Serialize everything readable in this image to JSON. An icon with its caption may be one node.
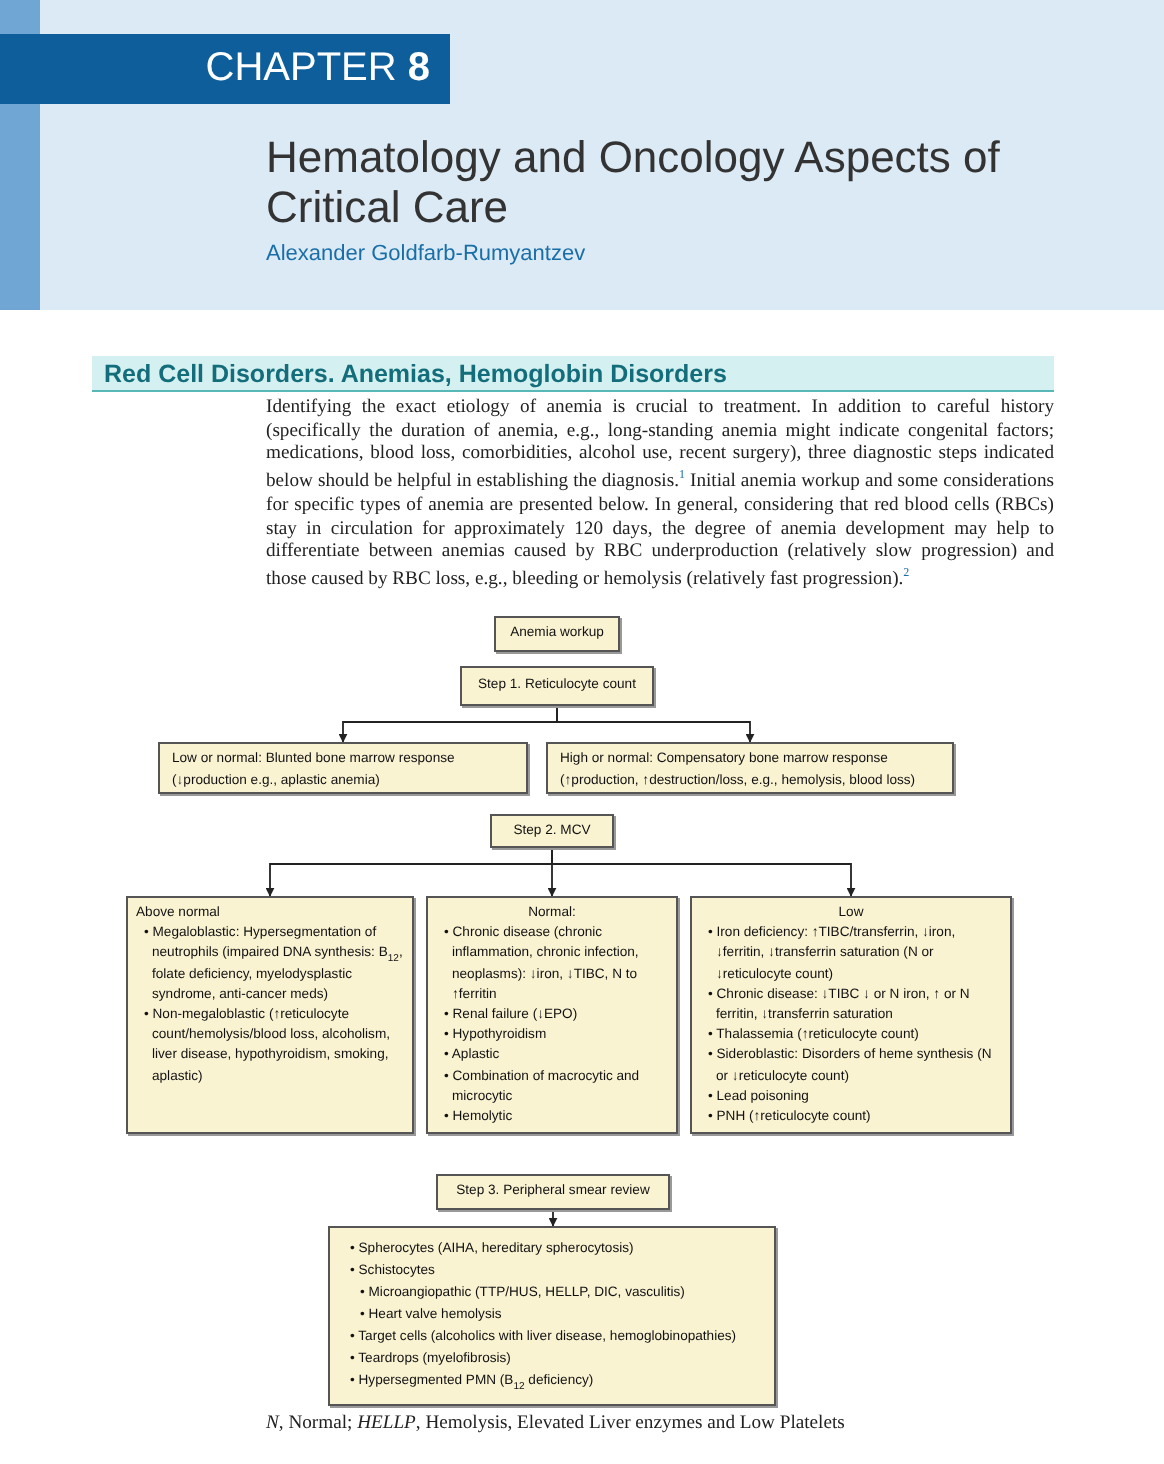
{
  "diagram": {
    "title": "Hematology and Oncology Aspects of Critical Care",
    "caption": "*N*, Normal; *HELLP*, Hemolysis, Elevated Liver enzymes and Low Platelets",
    "nodes": [
      {
        "text": [
          "Anemia workup"
        ]
      },
      {
        "text": [
          "Step 1. Reticulocyte count"
        ]
      },
      {
        "text": [
          "Low or normal: Blunted bone marrow response (↓production e.g., aplastic anemia)"
        ]
      },
      {
        "text": [
          "High or normal: Compensatory bone marrow response (↑production, ↑destruction/loss, e.g., hemolysis, blood loss)"
        ]
      },
      {
        "text": [
          "Step 2. MCV"
        ]
      },
      {
        "text": [
          "Above normal",
          "• Megaloblastic: Hypersegmentation of neutrophils (impaired DNA synthesis: B$_{12}$, folate deficiency, myelodysplastic syndrome, anti-cancer meds)",
          "• Non-megaloblastic (↑reticulocyte count/hemolysis/blood loss, alcoholism, liver disease, hypothyroidism, smoking, aplastic)"
        ]
      },
      {
        "text": [
          "Normal:",
          "• Chronic disease (chronic inflammation, chronic infection, neoplasms): ↓iron, ↓TIBC, N to ↑ferritin",
          "• Renal failure (↓EPO)",
          "• Hypothyroidism",
          "• Aplastic",
          "• Combination of macrocytic and microcytic",
          "• Hemolytic"
        ]
      },
      {
        "text": [
          "Low",
          "• Iron deficiency: ↑TIBC/transferrin, ↓iron, ↓ferritin, ↓transferrin saturation (N or ↓reticulocyte count)",
          "• Chronic disease: ↓TIBC ↓ or N iron, ↑ or N ferritin, ↓transferrin saturation",
          "• Thalassemia (↑reticulocyte count)",
          "• Sideroblastic: Disorders of heme synthesis (N or ↓reticulocyte count)",
          "• Lead poisoning",
          "• PNH (↑reticulocyte count)"
        ]
      },
      {
        "text": [
          "Step 3. Peripheral smear review"
        ]
      },
      {
        "text": [
          "• Spherocytes (AIHA, hereditary spherocytosis)",
          "• Schistocytes",
          "• Microangiopathic (TTP/HUS, HELLP, DIC, vasculitis)",
          "• Heart valve hemolysis",
          "• Target cells (alcoholics with liver disease, hemoglobinopathies)",
          "• Teardrops (myelofibrosis)",
          "• Hypersegmented PMN (B$_{12}$ deficiency)"
        ]
      }
    ],
    "edges": [
      {
        "from": 1,
        "to": 2,
        "arrow": "to"
      },
      {
        "from": 1,
        "to": 3,
        "arrow": "to"
      },
      {
        "from": 4,
        "to": 5,
        "arrow": "to"
      },
      {
        "from": 4,
        "to": 6,
        "arrow": "to"
      },
      {
        "from": 4,
        "to": 7,
        "arrow": "to"
      },
      {
        "from": 8,
        "to": 9,
        "arrow": "to"
      }
    ],
    "labels": [
      "CHAPTER **8**",
      "Alexander Goldfarb-Rumyantzev",
      "Red Cell Disorders. Anemias, Hemoglobin Disorders",
      "Identifying the exact etiology of anemia is crucial to treatment. In addition to careful history (specifically the duration of anemia, e.g., long-standing anemia might indicate congenital factors; medications, blood loss, comorbidities, alcohol use, recent surgery), three diagnostic steps indicated below should be helpful in establishing the diagnosis.$^{1}$ Initial anemia workup and some considerations for specific types of anemia are presented below. In general, considering that red blood cells (RBCs) stay in circulation for approximately 120 days, the degree of anemia development may help to differentiate between anemias caused by RBC underproduction (relatively slow progression) and those caused by RBC loss, e.g., bleeding or hemolysis (relatively fast progression).$^{2}$"
    ]
  }
}
